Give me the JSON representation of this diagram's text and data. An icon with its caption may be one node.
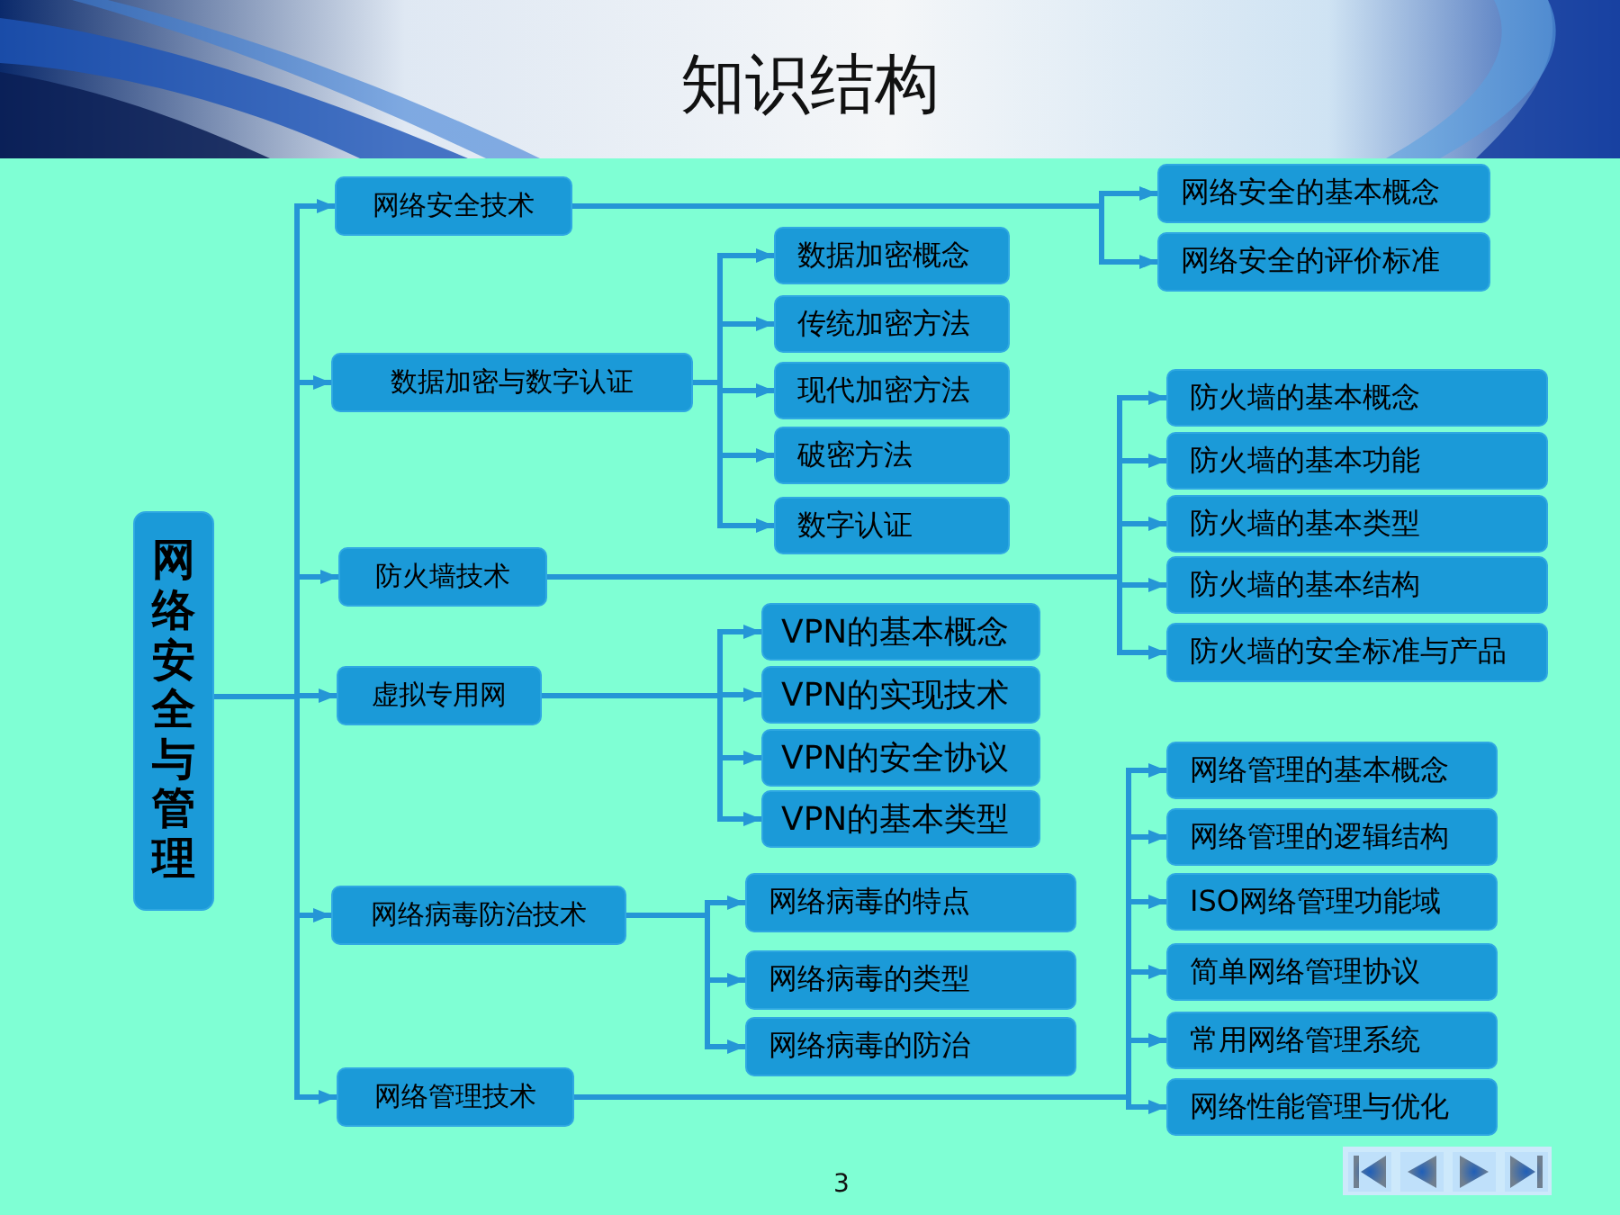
{
  "diagram": {
    "title": "知识结构",
    "nodes": [
      {
        "text": [
          "网络安全与管理"
        ]
      },
      {
        "text": [
          "网络安全技术"
        ]
      },
      {
        "text": [
          "网络安全的基本概念"
        ]
      },
      {
        "text": [
          "网络安全的评价标准"
        ]
      },
      {
        "text": [
          "数据加密与数字认证"
        ]
      },
      {
        "text": [
          "数据加密概念"
        ]
      },
      {
        "text": [
          "传统加密方法"
        ]
      },
      {
        "text": [
          "现代加密方法"
        ]
      },
      {
        "text": [
          "破密方法"
        ]
      },
      {
        "text": [
          "数字认证"
        ]
      },
      {
        "text": [
          "防火墙技术"
        ]
      },
      {
        "text": [
          "防火墙的基本概念"
        ]
      },
      {
        "text": [
          "防火墙的基本功能"
        ]
      },
      {
        "text": [
          "防火墙的基本类型"
        ]
      },
      {
        "text": [
          "防火墙的基本结构"
        ]
      },
      {
        "text": [
          "防火墙的安全标准与产品"
        ]
      },
      {
        "text": [
          "虚拟专用网"
        ]
      },
      {
        "text": [
          "VPN的基本概念"
        ]
      },
      {
        "text": [
          "VPN的实现技术"
        ]
      },
      {
        "text": [
          "VPN的安全协议"
        ]
      },
      {
        "text": [
          "VPN的基本类型"
        ]
      },
      {
        "text": [
          "网络病毒防治技术"
        ]
      },
      {
        "text": [
          "网络病毒的特点"
        ]
      },
      {
        "text": [
          "网络病毒的类型"
        ]
      },
      {
        "text": [
          "网络病毒的防治"
        ]
      },
      {
        "text": [
          "网络管理技术"
        ]
      },
      {
        "text": [
          "网络管理的基本概念"
        ]
      },
      {
        "text": [
          "网络管理的逻辑结构"
        ]
      },
      {
        "text": [
          "ISO网络管理功能域"
        ]
      },
      {
        "text": [
          "简单网络管理协议"
        ]
      },
      {
        "text": [
          "常用网络管理系统"
        ]
      },
      {
        "text": [
          "网络性能管理与优化"
        ]
      }
    ],
    "edges": [
      {
        "from": 0,
        "to": 1,
        "arrow": "to"
      },
      {
        "from": 0,
        "to": 4,
        "arrow": "to"
      },
      {
        "from": 0,
        "to": 10,
        "arrow": "to"
      },
      {
        "from": 0,
        "to": 16,
        "arrow": "to"
      },
      {
        "from": 0,
        "to": 21,
        "arrow": "to"
      },
      {
        "from": 0,
        "to": 25,
        "arrow": "to"
      },
      {
        "from": 1,
        "to": 2,
        "arrow": "to"
      },
      {
        "from": 1,
        "to": 3,
        "arrow": "to"
      },
      {
        "from": 4,
        "to": 5,
        "arrow": "to"
      },
      {
        "from": 4,
        "to": 6,
        "arrow": "to"
      },
      {
        "from": 4,
        "to": 7,
        "arrow": "to"
      },
      {
        "from": 4,
        "to": 8,
        "arrow": "to"
      },
      {
        "from": 4,
        "to": 9,
        "arrow": "to"
      },
      {
        "from": 10,
        "to": 11,
        "arrow": "to"
      },
      {
        "from": 10,
        "to": 12,
        "arrow": "to"
      },
      {
        "from": 10,
        "to": 13,
        "arrow": "to"
      },
      {
        "from": 10,
        "to": 14,
        "arrow": "to"
      },
      {
        "from": 10,
        "to": 15,
        "arrow": "to"
      },
      {
        "from": 16,
        "to": 17,
        "arrow": "to"
      },
      {
        "from": 16,
        "to": 18,
        "arrow": "to"
      },
      {
        "from": 16,
        "to": 19,
        "arrow": "to"
      },
      {
        "from": 16,
        "to": 20,
        "arrow": "to"
      },
      {
        "from": 21,
        "to": 22,
        "arrow": "to"
      },
      {
        "from": 21,
        "to": 23,
        "arrow": "to"
      },
      {
        "from": 21,
        "to": 24,
        "arrow": "to"
      },
      {
        "from": 25,
        "to": 26,
        "arrow": "to"
      },
      {
        "from": 25,
        "to": 27,
        "arrow": "to"
      },
      {
        "from": 25,
        "to": 28,
        "arrow": "to"
      },
      {
        "from": 25,
        "to": 29,
        "arrow": "to"
      },
      {
        "from": 25,
        "to": 30,
        "arrow": "to"
      },
      {
        "from": 25,
        "to": 31,
        "arrow": "to"
      }
    ],
    "labels": [
      "3"
    ]
  }
}
